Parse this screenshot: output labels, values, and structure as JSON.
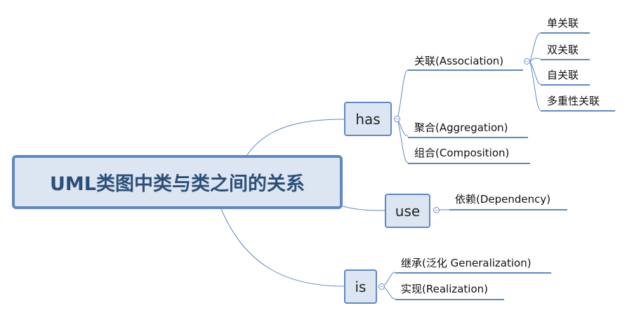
{
  "root": {
    "label": "UML类图中类与类之间的关系"
  },
  "branches": {
    "has": {
      "label": "has",
      "children": {
        "association": {
          "label": "关联(Association)",
          "children": [
            "单关联",
            "双关联",
            "自关联",
            "多重性关联"
          ]
        },
        "aggregation": {
          "label": "聚合(Aggregation)"
        },
        "composition": {
          "label": "组合(Composition)"
        }
      }
    },
    "use": {
      "label": "use",
      "children": {
        "dependency": {
          "label": "依赖(Dependency)"
        }
      }
    },
    "is": {
      "label": "is",
      "children": {
        "generalization": {
          "label": "继承(泛化 Generalization)"
        },
        "realization": {
          "label": "实现(Realization)"
        }
      }
    }
  },
  "colors": {
    "line": "#5f88c2",
    "fill": "#dce6f2",
    "root_text": "#2c4f79"
  },
  "icons": {
    "collapse": "minus-circle-icon"
  }
}
